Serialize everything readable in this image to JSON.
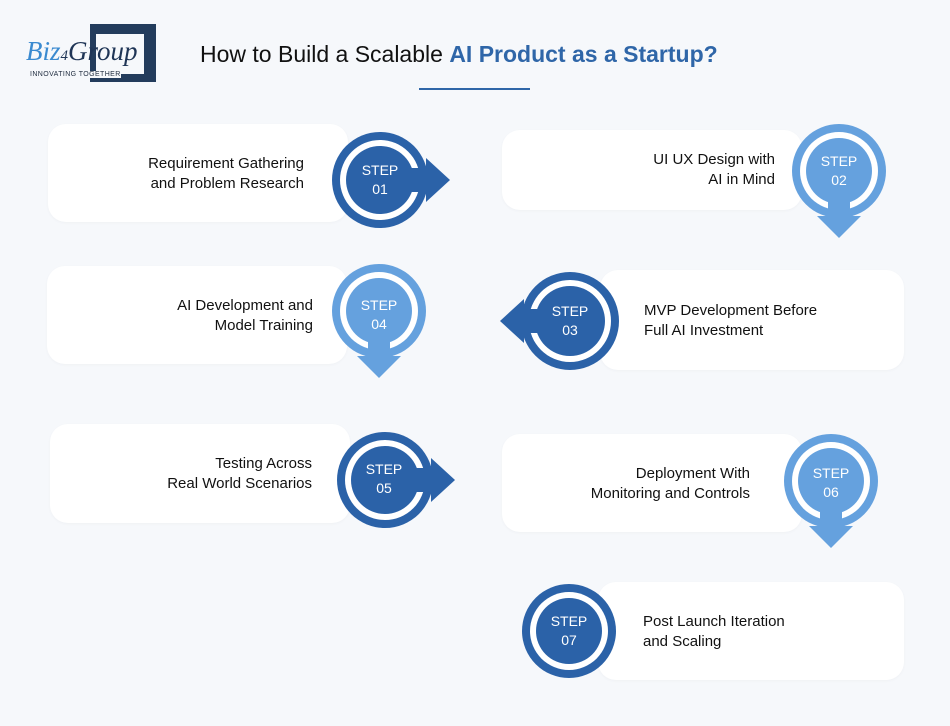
{
  "logo": {
    "brand_part1": "Biz",
    "brand_part2": "4",
    "brand_part3": "Group",
    "tagline": "INNOVATING TOGETHER"
  },
  "header": {
    "title_plain": "How to Build a Scalable ",
    "title_accent": "AI Product as a Startup?"
  },
  "colors": {
    "dark_blue": "#2b62a8",
    "light_blue": "#65a1de",
    "accent": "#2f66a8",
    "background": "#f6f8fb"
  },
  "steps": [
    {
      "badge_word": "STEP",
      "number": "01",
      "line1": "Requirement Gathering",
      "line2": "and Problem Research",
      "arrow": "right",
      "color": "dark"
    },
    {
      "badge_word": "STEP",
      "number": "02",
      "line1": "UI UX Design with",
      "line2": "AI in Mind",
      "arrow": "down",
      "color": "light"
    },
    {
      "badge_word": "STEP",
      "number": "03",
      "line1": "MVP Development Before",
      "line2": "Full AI Investment",
      "arrow": "left",
      "color": "dark"
    },
    {
      "badge_word": "STEP",
      "number": "04",
      "line1": "AI Development and",
      "line2": "Model Training",
      "arrow": "down",
      "color": "light"
    },
    {
      "badge_word": "STEP",
      "number": "05",
      "line1": "Testing Across",
      "line2": "Real World Scenarios",
      "arrow": "right",
      "color": "dark"
    },
    {
      "badge_word": "STEP",
      "number": "06",
      "line1": "Deployment With",
      "line2": "Monitoring and Controls",
      "arrow": "down",
      "color": "light"
    },
    {
      "badge_word": "STEP",
      "number": "07",
      "line1": "Post Launch Iteration",
      "line2": "and Scaling",
      "arrow": "none",
      "color": "dark"
    }
  ]
}
